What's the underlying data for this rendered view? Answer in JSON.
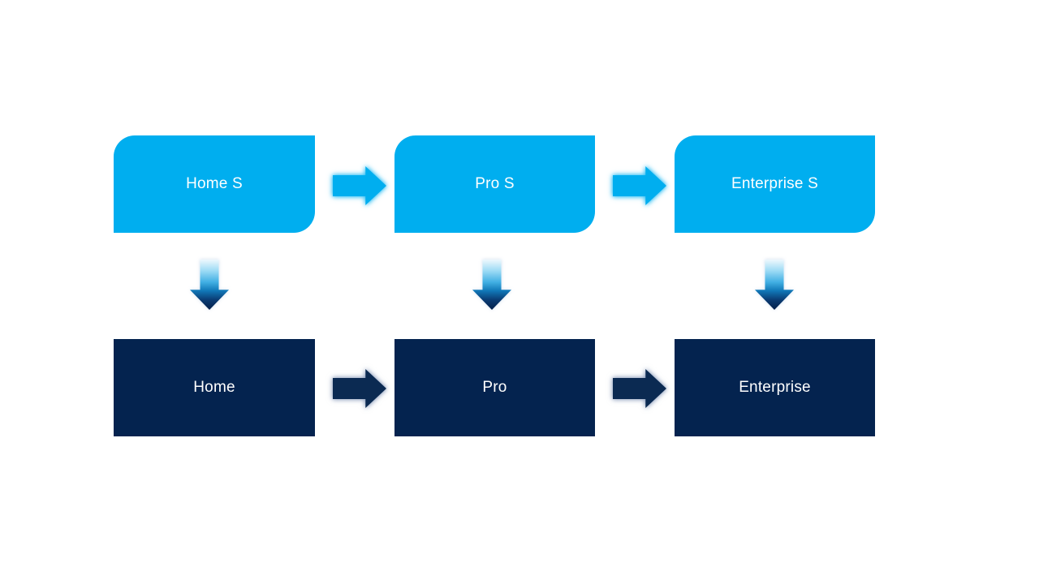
{
  "diagram": {
    "type": "process-flow",
    "columns": [
      {
        "top_label": "Home S",
        "bottom_label": "Home"
      },
      {
        "top_label": "Pro S",
        "bottom_label": "Pro"
      },
      {
        "top_label": "Enterprise S",
        "bottom_label": "Enterprise"
      }
    ],
    "icons": {
      "horizontal_connector": "right-arrow-icon",
      "vertical_connector": "down-arrow-icon"
    },
    "colors": {
      "top_box_fill": "#00AEEF",
      "bottom_box_fill": "#04234F",
      "right_arrow_top": "#00AEEF",
      "right_arrow_bottom": "#0B2A52",
      "down_arrow_gradient_start": "#EEF8FD",
      "down_arrow_gradient_mid": "#41AFE3",
      "down_arrow_gradient_end": "#041F49",
      "text": "#FFFFFF",
      "background": "#FFFFFF"
    }
  }
}
